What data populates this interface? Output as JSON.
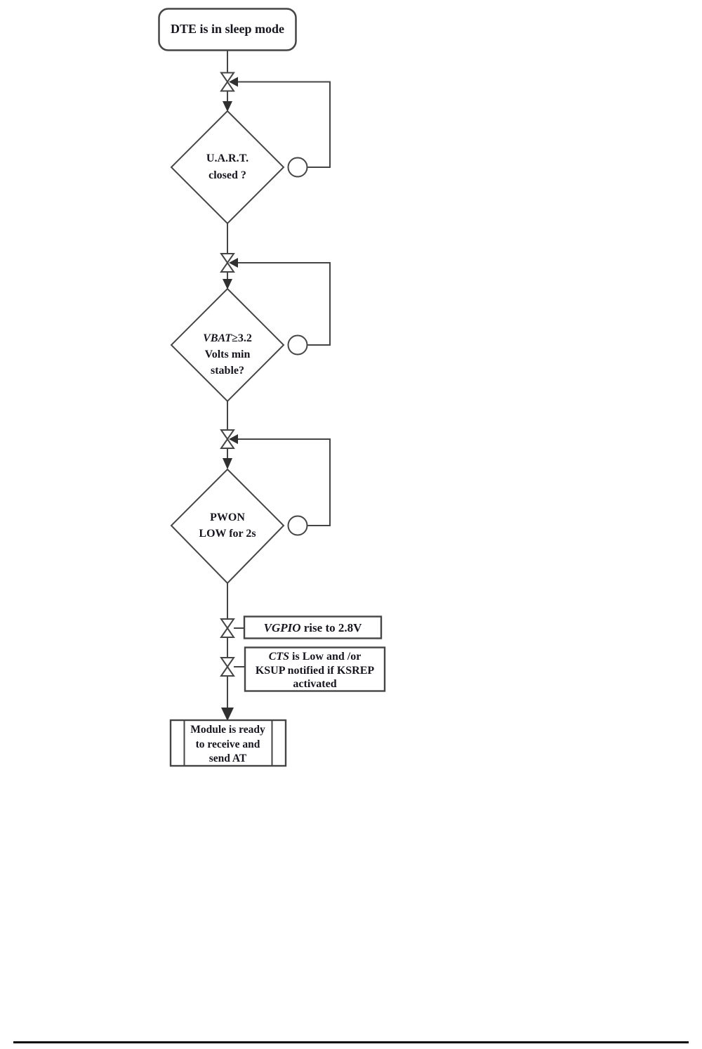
{
  "colors": {
    "line": "#454545",
    "ink": "#16161e",
    "background": "#ffffff",
    "footer_rule": "#0a0a0a"
  },
  "flow": {
    "start": {
      "label": "DTE is in sleep mode"
    },
    "decision_uart": {
      "line1": "U.A.R.T.",
      "line2": "closed ?"
    },
    "decision_vbat": {
      "line1_italic": "VBAT",
      "line1_rest": "≥3.2",
      "line2": "Volts min",
      "line3": "stable?"
    },
    "decision_pwon": {
      "line1": "PWON",
      "line2": "LOW for 2s"
    },
    "process_vgpio": {
      "name_italic": "VGPIO",
      "rest": " rise to 2.8V"
    },
    "process_cts": {
      "line1_italic": "CTS",
      "line1_rest": " is Low and /or",
      "line2": "KSUP notified if KSREP",
      "line3": "activated"
    },
    "end": {
      "line1": "Module is ready",
      "line2": "to receive and",
      "line3": "send AT"
    }
  }
}
